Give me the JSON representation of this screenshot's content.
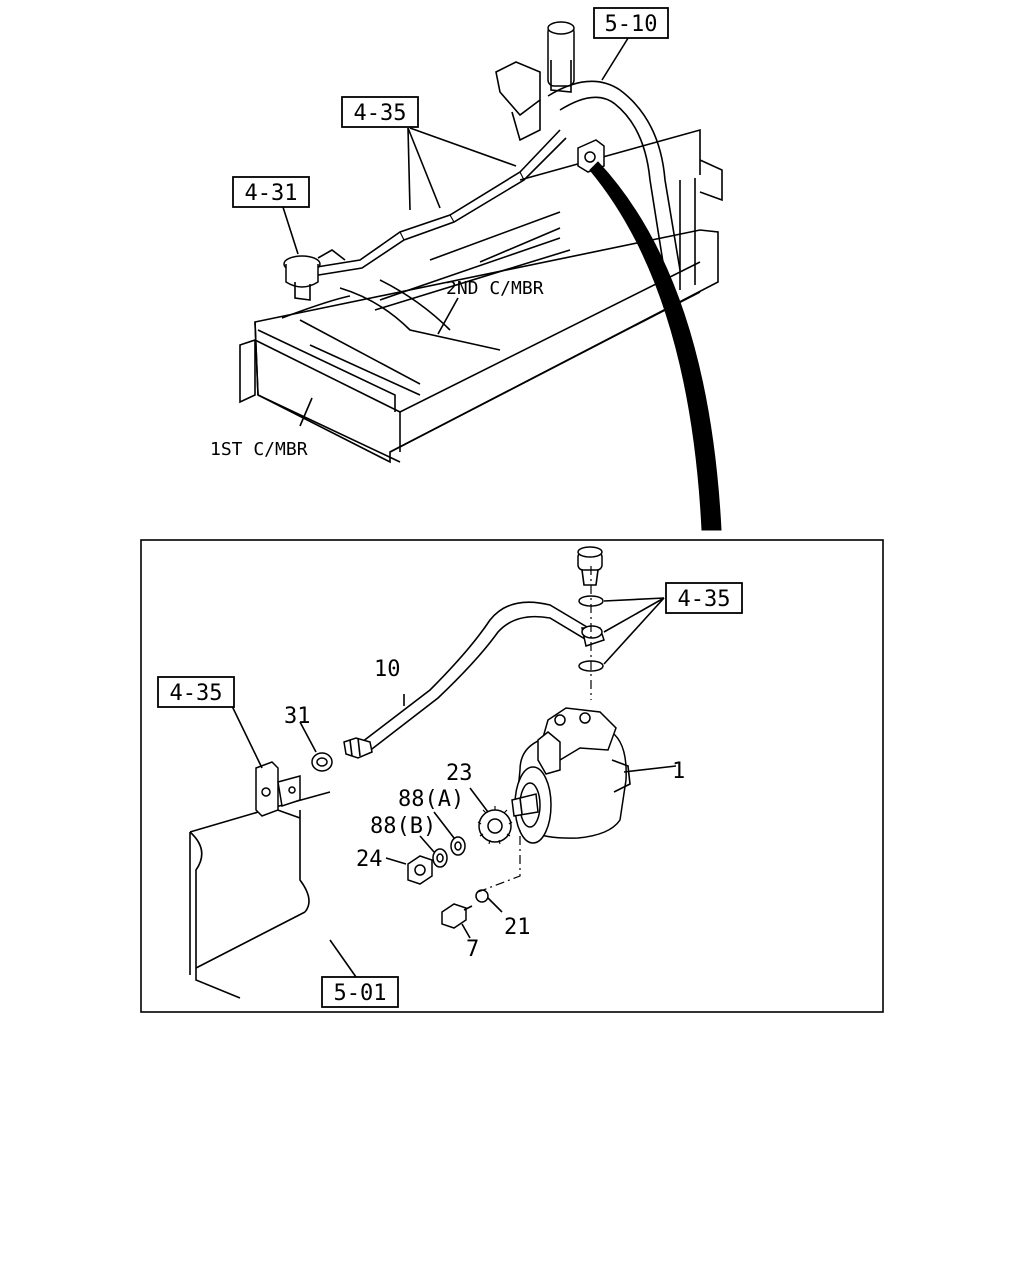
{
  "refs": {
    "ref_5_10": "5-10",
    "ref_4_35_top": "4-35",
    "ref_4_31": "4-31",
    "ref_4_35_right": "4-35",
    "ref_4_35_left": "4-35",
    "ref_5_01": "5-01"
  },
  "labels": {
    "second_crossmember": "2ND C/MBR",
    "first_crossmember": "1ST C/MBR"
  },
  "parts": {
    "p1": "1",
    "p7": "7",
    "p10": "10",
    "p21": "21",
    "p23": "23",
    "p24": "24",
    "p31": "31",
    "p88a": "88(A)",
    "p88b": "88(B)"
  }
}
